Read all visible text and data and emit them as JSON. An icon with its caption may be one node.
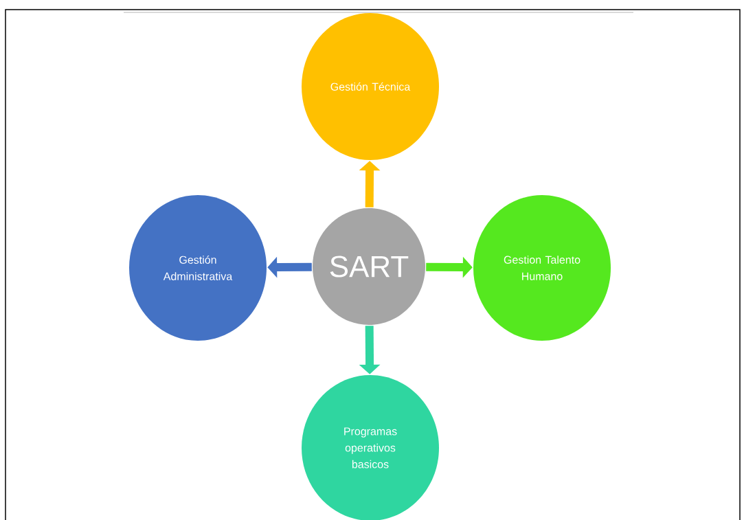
{
  "diagram": {
    "nodes": [
      {
        "text": [
          "SART"
        ]
      },
      {
        "text": [
          "Gestión Técnica"
        ]
      },
      {
        "text": [
          "Gestión Administrativa"
        ]
      },
      {
        "text": [
          "Gestion Talento Humano"
        ]
      },
      {
        "text": [
          "Programas operativos basicos"
        ]
      }
    ],
    "edges": [
      {
        "from": 0,
        "to": 1,
        "arrow": "to",
        "color": "#ffc000"
      },
      {
        "from": 0,
        "to": 2,
        "arrow": "to",
        "color": "#4472c4"
      },
      {
        "from": 0,
        "to": 3,
        "arrow": "to",
        "color": "#55e81f"
      },
      {
        "from": 0,
        "to": 4,
        "arrow": "to",
        "color": "#2fd6a0"
      }
    ]
  }
}
